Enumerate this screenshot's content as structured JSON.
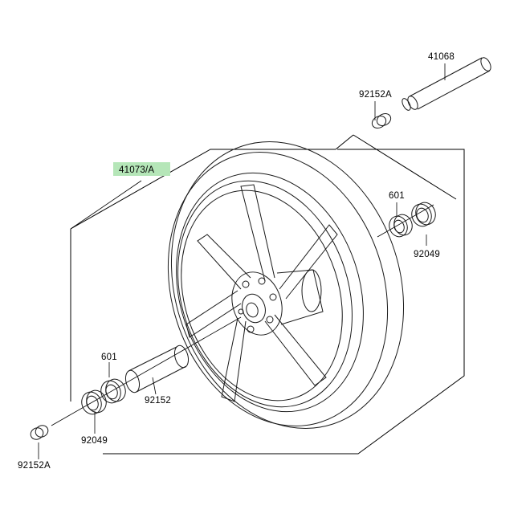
{
  "diagram": {
    "highlight_color": "#b5e6b8",
    "parts": [
      {
        "id": "axle",
        "number": "41068"
      },
      {
        "id": "collar-top",
        "number": "92152A"
      },
      {
        "id": "wheel",
        "number": "41073/A"
      },
      {
        "id": "bearing-right",
        "number": "601"
      },
      {
        "id": "seal-right",
        "number": "92049"
      },
      {
        "id": "bearing-left",
        "number": "601"
      },
      {
        "id": "spacer",
        "number": "92152"
      },
      {
        "id": "seal-left",
        "number": "92049"
      },
      {
        "id": "collar-bottom",
        "number": "92152A"
      }
    ]
  }
}
